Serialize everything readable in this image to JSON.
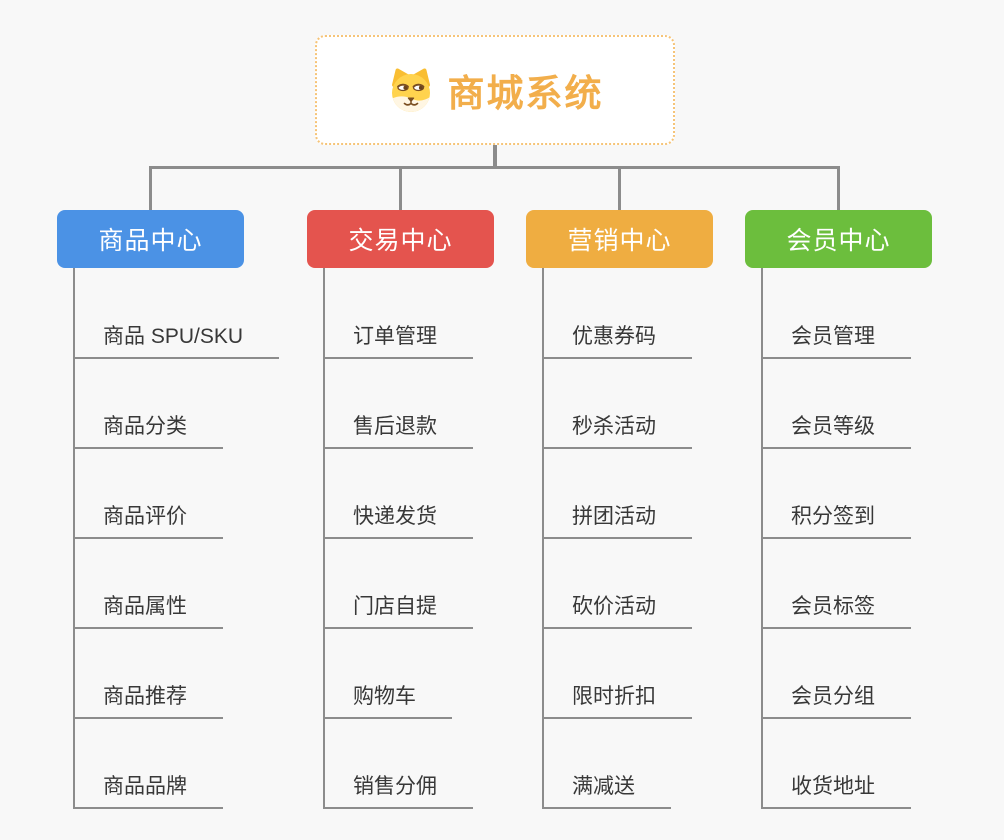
{
  "canvas": {
    "background": "#F8F8F8",
    "connector_color": "#8C8C8C"
  },
  "root": {
    "title": "商城系统",
    "icon": "dog-face-icon",
    "accent_color": "#F2AE4B",
    "border_color": "#F6C478",
    "background": "#FFFFFF"
  },
  "branches": [
    {
      "label": "商品中心",
      "color": "#4B92E5",
      "items": [
        "商品 SPU/SKU",
        "商品分类",
        "商品评价",
        "商品属性",
        "商品推荐",
        "商品品牌"
      ]
    },
    {
      "label": "交易中心",
      "color": "#E4544E",
      "items": [
        "订单管理",
        "售后退款",
        "快递发货",
        "门店自提",
        "购物车",
        "销售分佣"
      ]
    },
    {
      "label": "营销中心",
      "color": "#EFAD41",
      "items": [
        "优惠券码",
        "秒杀活动",
        "拼团活动",
        "砍价活动",
        "限时折扣",
        "满减送"
      ]
    },
    {
      "label": "会员中心",
      "color": "#6CBE3D",
      "items": [
        "会员管理",
        "会员等级",
        "积分签到",
        "会员标签",
        "会员分组",
        "收货地址"
      ]
    }
  ]
}
